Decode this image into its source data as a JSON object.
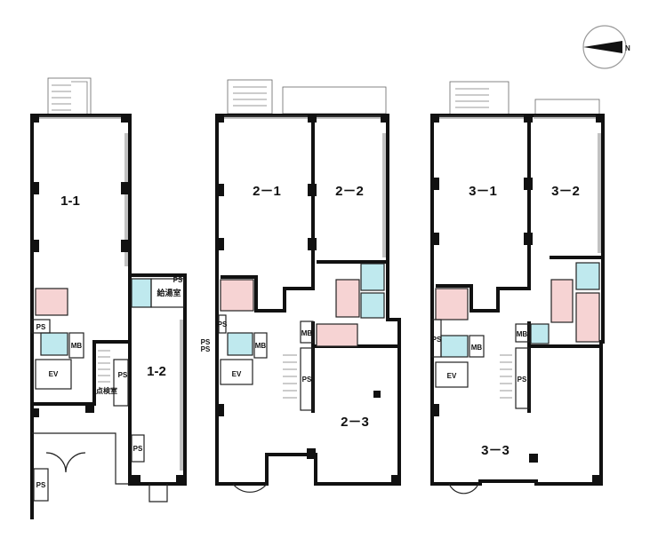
{
  "compass": {
    "north_label": "N"
  },
  "floor1": {
    "unit_a": "1-1",
    "unit_b": "1-2",
    "kitchenette": "給湯室",
    "inspection_room": "点検室",
    "ps_labels": [
      "PS",
      "PS",
      "PS",
      "PS",
      "PS",
      "PS"
    ],
    "mb": "MB",
    "ev": "EV"
  },
  "floor2": {
    "unit_a": "2－1",
    "unit_b": "2－2",
    "unit_c": "2－3",
    "ps_labels": [
      "PS",
      "PS",
      "PS"
    ],
    "mb_labels": [
      "MB",
      "MB"
    ],
    "ev": "EV"
  },
  "floor3": {
    "unit_a": "3－1",
    "unit_b": "3－2",
    "unit_c": "3－3",
    "ps_labels": [
      "PS",
      "PS"
    ],
    "mb_labels": [
      "MB",
      "MB"
    ],
    "ev": "EV"
  }
}
